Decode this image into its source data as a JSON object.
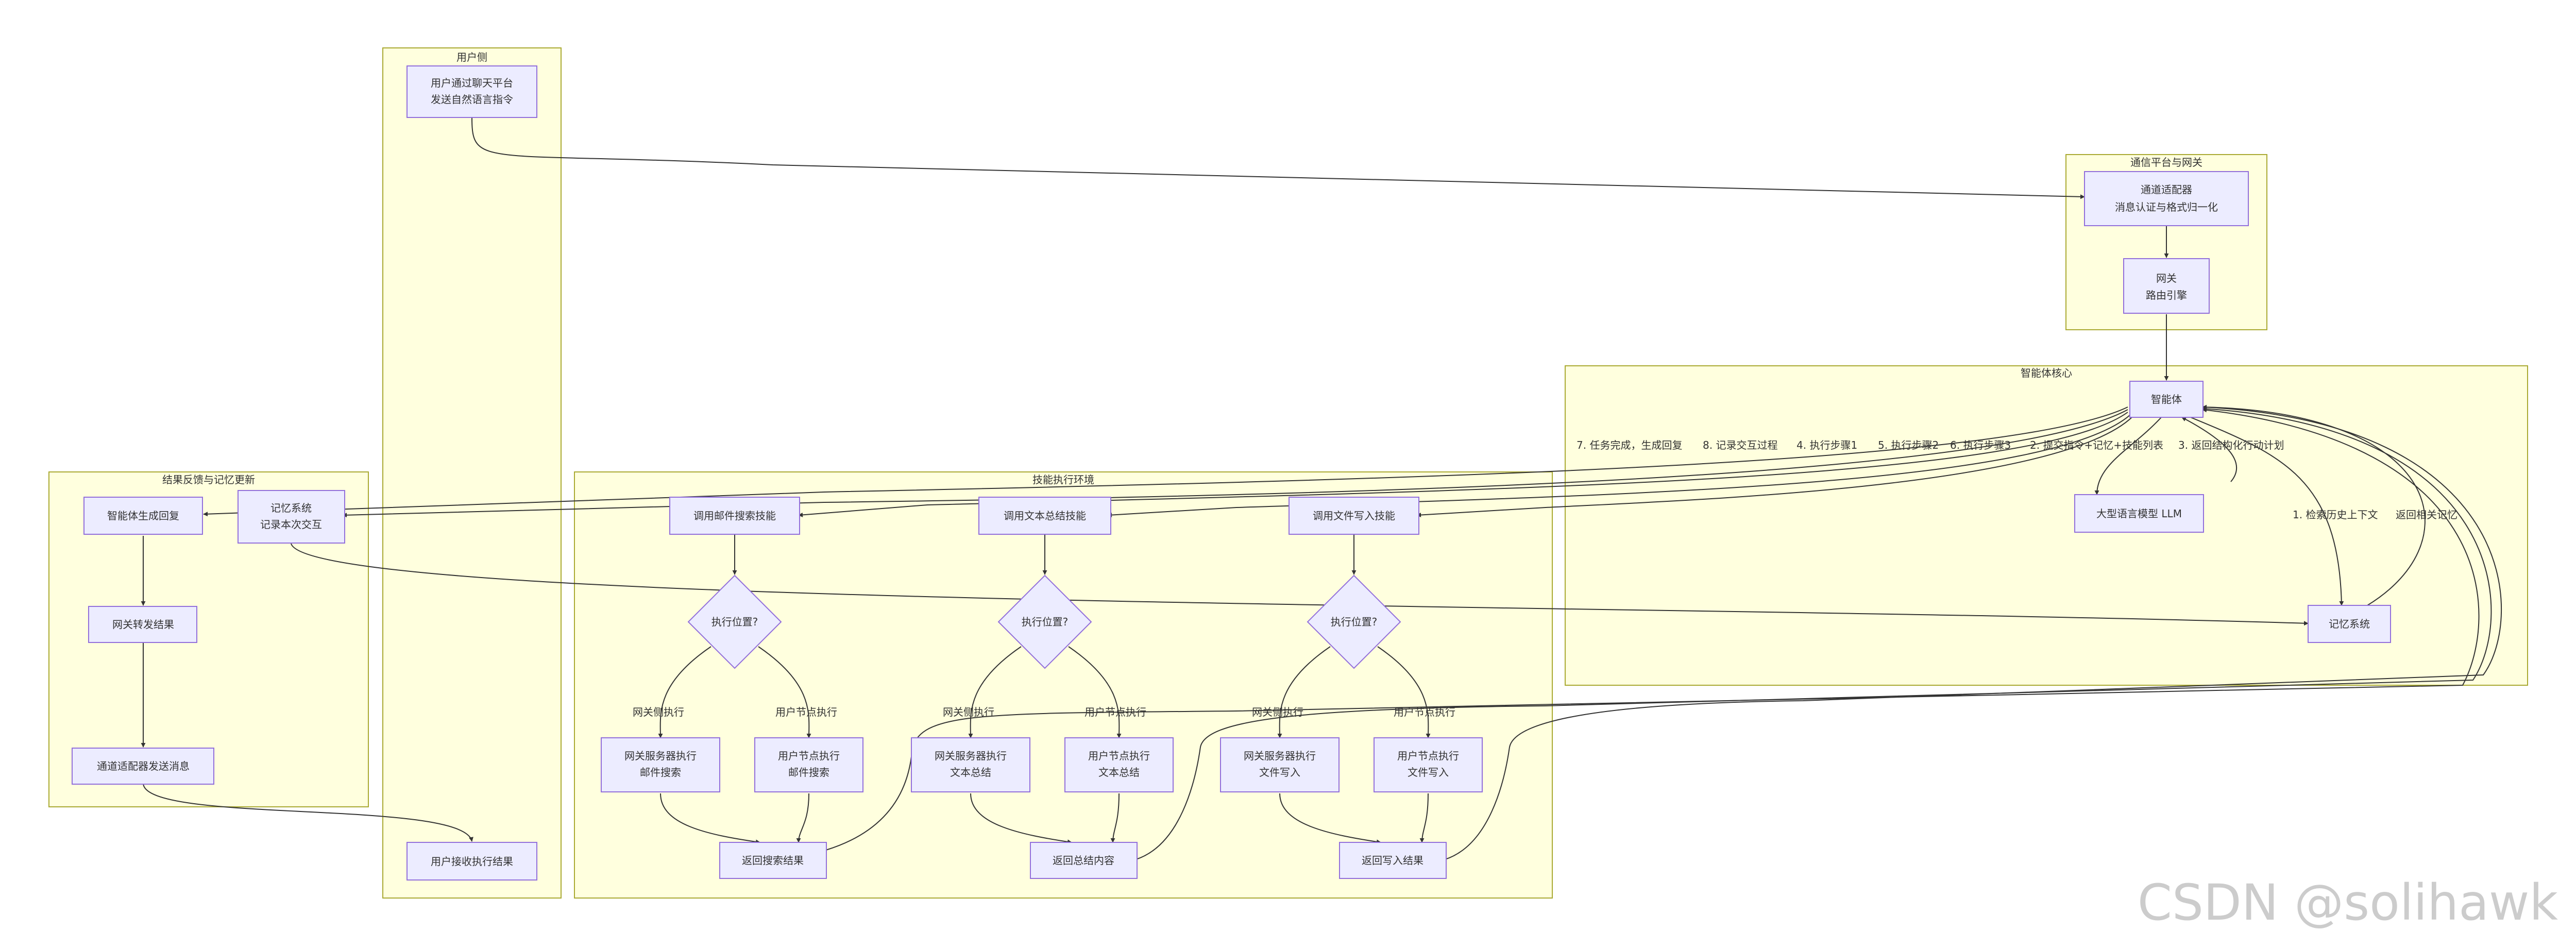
{
  "groups": {
    "user_side": "用户侧",
    "platform_gateway": "通信平台与网关",
    "agent_core": "智能体核心",
    "result_feedback": "结果反馈与记忆更新",
    "skill_env": "技能执行环境"
  },
  "nodes": {
    "user_send_l1": "用户通过聊天平台",
    "user_send_l2": "发送自然语言指令",
    "adapter_l1": "通道适配器",
    "adapter_l2": "消息认证与格式归一化",
    "gateway_l1": "网关",
    "gateway_l2": "路由引擎",
    "agent": "智能体",
    "llm": "大型语言模型 LLM",
    "memory_core": "记忆系统",
    "agent_reply": "智能体生成回复",
    "memory_record_l1": "记忆系统",
    "memory_record_l2": "记录本次交互",
    "gw_forward": "网关转发结果",
    "adapter_send": "通道适配器发送消息",
    "user_receive": "用户接收执行结果",
    "skill_email": "调用邮件搜索技能",
    "skill_summary": "调用文本总结技能",
    "skill_write": "调用文件写入技能",
    "decision": "执行位置?",
    "gw_email_l1": "网关服务器执行",
    "gw_email_l2": "邮件搜索",
    "node_email_l1": "用户节点执行",
    "node_email_l2": "邮件搜索",
    "gw_summary_l1": "网关服务器执行",
    "gw_summary_l2": "文本总结",
    "node_summary_l1": "用户节点执行",
    "node_summary_l2": "文本总结",
    "gw_write_l1": "网关服务器执行",
    "gw_write_l2": "文件写入",
    "node_write_l1": "用户节点执行",
    "node_write_l2": "文件写入",
    "ret_search": "返回搜索结果",
    "ret_summary": "返回总结内容",
    "ret_write": "返回写入结果"
  },
  "edge_labels": {
    "e7": "7. 任务完成，生成回复",
    "e8": "8. 记录交互过程",
    "e4": "4. 执行步骤1",
    "e5": "5. 执行步骤2",
    "e6": "6. 执行步骤3",
    "e2": "2. 提交指令+记忆+技能列表",
    "e3": "3. 返回结构化行动计划",
    "e1": "1. 检索历史上下文",
    "e_mem": "返回相关记忆",
    "gw_side": "网关侧执行",
    "node_side": "用户节点执行"
  },
  "watermark": "CSDN @solihawk",
  "colors": {
    "group_fill": "#ffffde",
    "group_stroke": "#aaaa33",
    "node_fill": "#ececff",
    "node_stroke": "#9370db",
    "edge": "#333333",
    "text": "#333333",
    "watermark": "#cccccc"
  }
}
